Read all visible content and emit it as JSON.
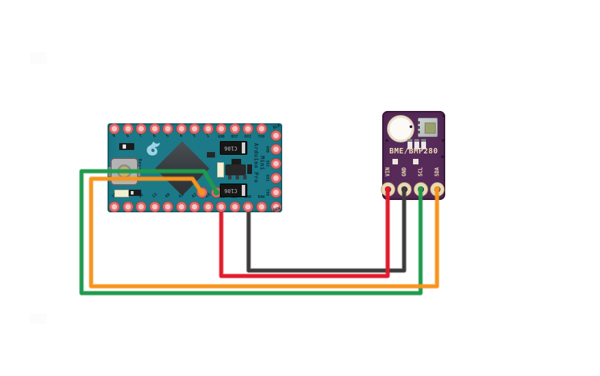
{
  "app": {
    "background": "#ffffff",
    "type": "wiring-diagram"
  },
  "arduino": {
    "board_label": "Arduino Pro Mini",
    "board_color": "#1b7988",
    "silkscreen_color": "#082c38",
    "title_line1": "Arduino Pro",
    "title_line2": "Mini",
    "reset_label": "Reset",
    "capacitor_label": "C106",
    "corner_label_top": "BLK",
    "corner_label_bottom": "GRN",
    "top_pins": [
      "9",
      "8",
      "7",
      "6",
      "5",
      "4",
      "3",
      "2",
      "GND",
      "RST",
      "RXI",
      "TX0"
    ],
    "bottom_pins": [
      "10",
      "11",
      "12",
      "13",
      "A0",
      "A1",
      "A2",
      "A3",
      "VCC",
      "RST",
      "GND",
      "RAW"
    ],
    "side_pins": [
      "GND",
      "VCC",
      "RXI",
      "TX0"
    ]
  },
  "sensor": {
    "board_label": "BME/BMP280",
    "board_color": "#572b59",
    "silkscreen_color": "#eadcb4",
    "pins": [
      "VIN",
      "GND",
      "SCL",
      "SDA"
    ]
  },
  "wires": [
    {
      "name": "power-wire",
      "color": "#e01b2c",
      "from": "Arduino Pro Mini VCC",
      "to": "BME/BMP280 VIN"
    },
    {
      "name": "ground-wire",
      "color": "#3d3a3b",
      "from": "Arduino Pro Mini GND",
      "to": "BME/BMP280 GND"
    },
    {
      "name": "scl-wire",
      "color": "#1f9a4d",
      "from": "Arduino Pro Mini A5",
      "to": "BME/BMP280 SCL"
    },
    {
      "name": "sda-wire",
      "color": "#f7941e",
      "from": "Arduino Pro Mini A4",
      "to": "BME/BMP280 SDA"
    }
  ]
}
